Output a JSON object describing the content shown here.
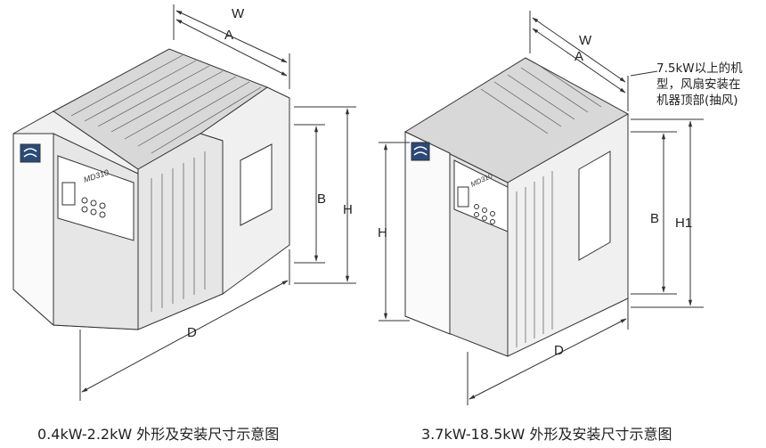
{
  "left_figure": {
    "model_label": "MD310",
    "dimensions": {
      "width": "W",
      "a": "A",
      "b": "B",
      "height": "H",
      "depth": "D"
    },
    "caption": "0.4kW-2.2kW 外形及安装尺寸示意图"
  },
  "right_figure": {
    "model_label": "MD310",
    "dimensions": {
      "width": "W",
      "a": "A",
      "b": "B",
      "height": "H",
      "height1": "H1",
      "depth": "D"
    },
    "note_lines": [
      "7.5kW以上的机",
      "型，风扇安装在",
      "机器顶部(抽风)"
    ],
    "caption": "3.7kW-18.5kW 外形及安装尺寸示意图"
  }
}
